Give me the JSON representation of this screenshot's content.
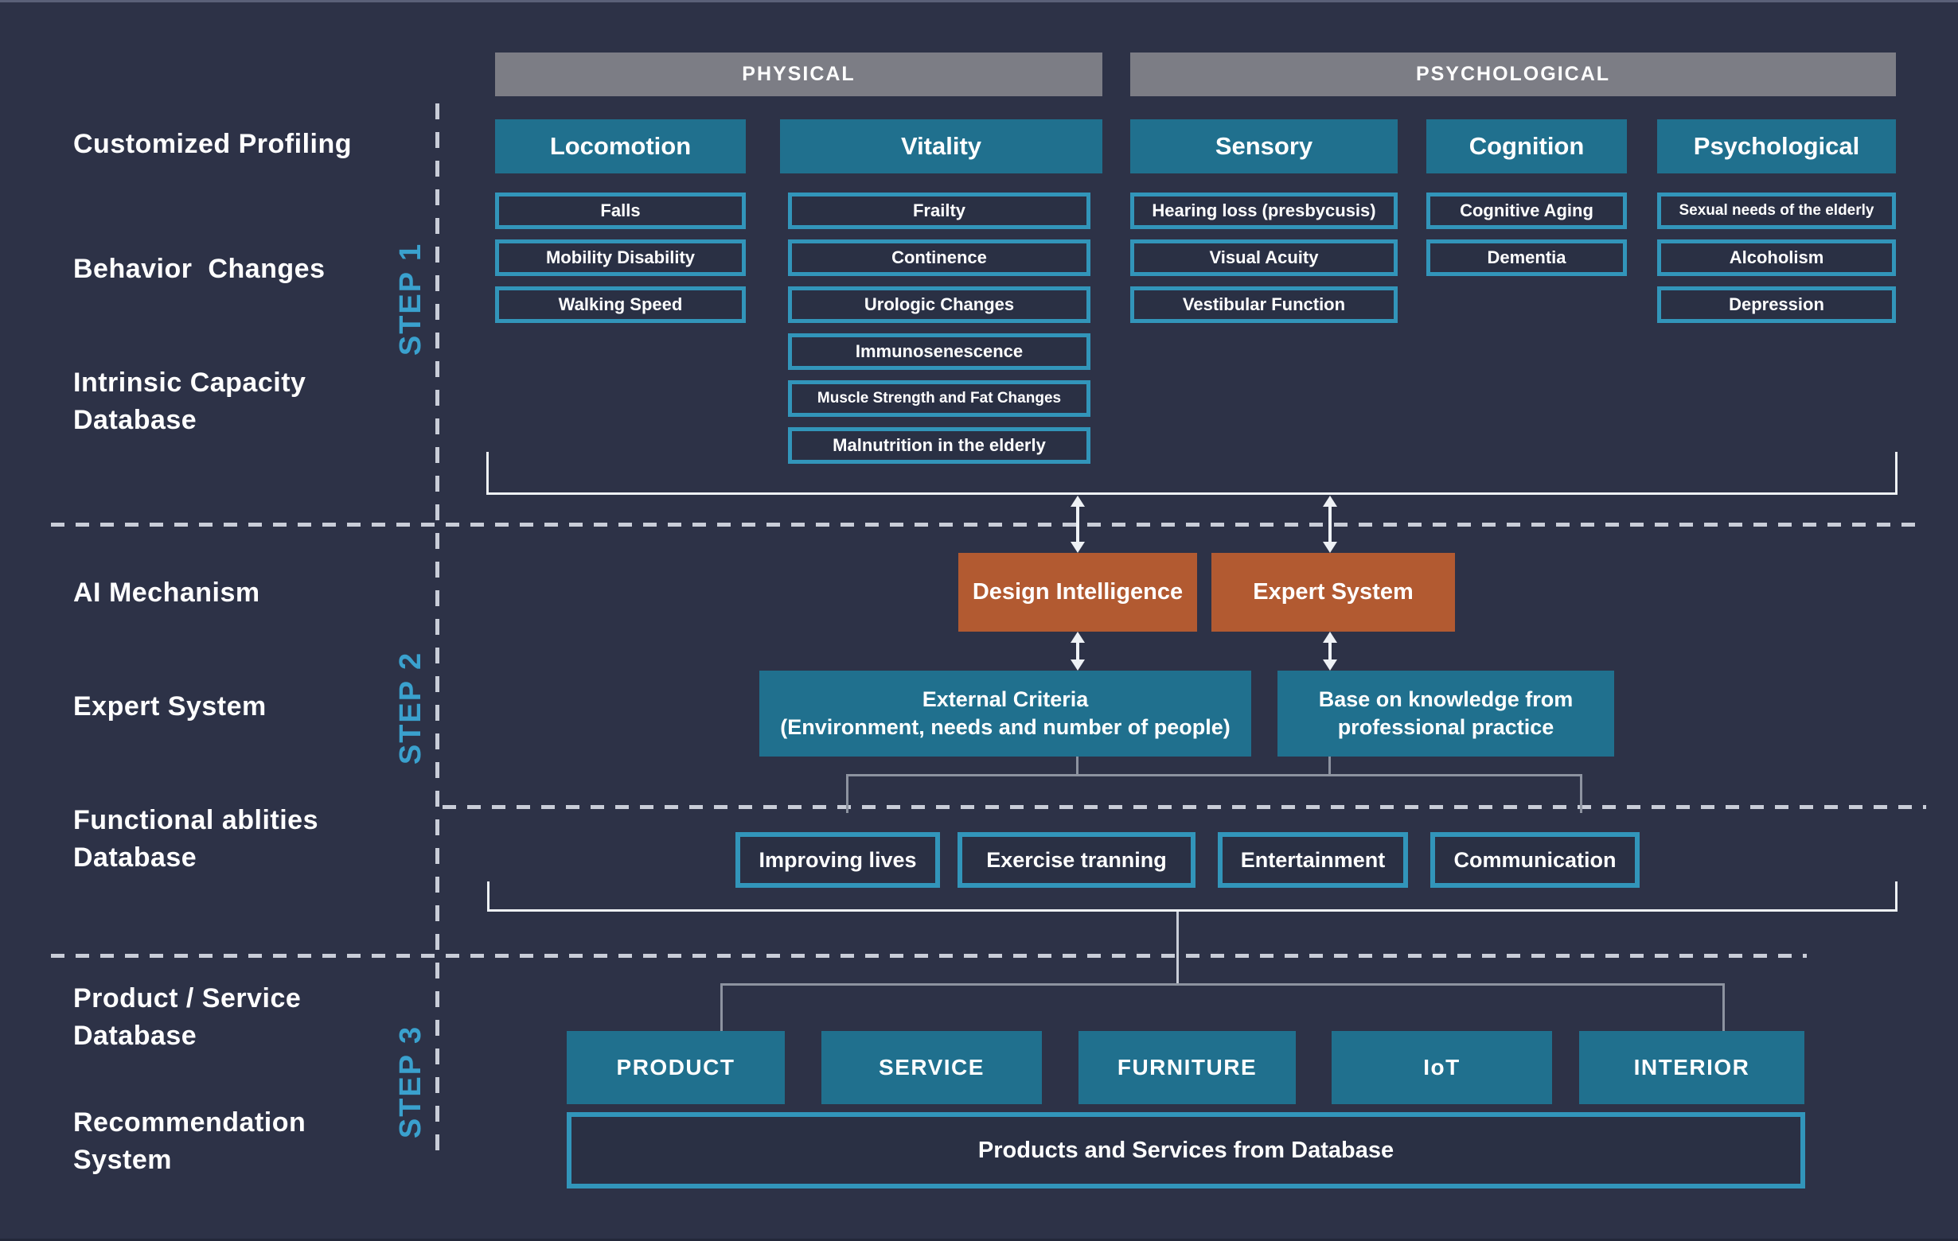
{
  "title": "Elderly care recommendation system diagram",
  "colors": {
    "background": "#2d3247",
    "panel_fill": "#2a3044",
    "teal": "#20708e",
    "teal_border": "#3295ba",
    "orange": "#b25a31",
    "gray_bar": "#7c7d85",
    "step_blue": "#3aa1ce",
    "dash": "#c9cdd8",
    "bracket_white": "#eef1f5",
    "bracket_gray": "#8d93a0",
    "text": "#ffffff"
  },
  "left_labels": [
    {
      "id": "customized-profiling",
      "text": "Customized Profiling"
    },
    {
      "id": "behavior-changes",
      "text": "Behavior  Changes"
    },
    {
      "id": "intrinsic-capacity-database",
      "text": "Intrinsic Capacity\nDatabase"
    },
    {
      "id": "ai-mechanism",
      "text": "AI Mechanism"
    },
    {
      "id": "expert-system",
      "text": "Expert System"
    },
    {
      "id": "functional-abilities-database",
      "text": "Functional ablities\nDatabase"
    },
    {
      "id": "product-service-database",
      "text": "Product / Service\nDatabase"
    },
    {
      "id": "recommendation-system",
      "text": "Recommendation\nSystem"
    }
  ],
  "step_labels": [
    "STEP 1",
    "STEP 2",
    "STEP 3"
  ],
  "category_bars": {
    "physical": "PHYSICAL",
    "psychological": "PSYCHOLOGICAL"
  },
  "columns": [
    {
      "header": "Locomotion",
      "items": [
        "Falls",
        "Mobility Disability",
        "Walking Speed"
      ]
    },
    {
      "header": "Vitality",
      "items": [
        "Frailty",
        "Continence",
        "Urologic Changes",
        "Immunosenescence",
        "Muscle Strength and Fat Changes",
        "Malnutrition in the elderly"
      ]
    },
    {
      "header": "Sensory",
      "items": [
        "Hearing loss (presbycusis)",
        "Visual Acuity",
        "Vestibular Function"
      ]
    },
    {
      "header": "Cognition",
      "items": [
        "Cognitive Aging",
        "Dementia"
      ]
    },
    {
      "header": "Psychological",
      "items": [
        "Sexual needs of the elderly",
        "Alcoholism",
        "Depression"
      ]
    }
  ],
  "ai_boxes": {
    "design_intelligence": "Design Intelligence",
    "expert_system": "Expert System"
  },
  "criteria_boxes": {
    "external": "External Criteria\n(Environment, needs and number of people)",
    "knowledge": "Base on knowledge from\nprofessional practice"
  },
  "function_boxes": [
    "Improving lives",
    "Exercise tranning",
    "Entertainment",
    "Communication"
  ],
  "output_categories": [
    "PRODUCT",
    "SERVICE",
    "FURNITURE",
    "IoT",
    "INTERIOR"
  ],
  "output_bar": "Products and Services from Database"
}
